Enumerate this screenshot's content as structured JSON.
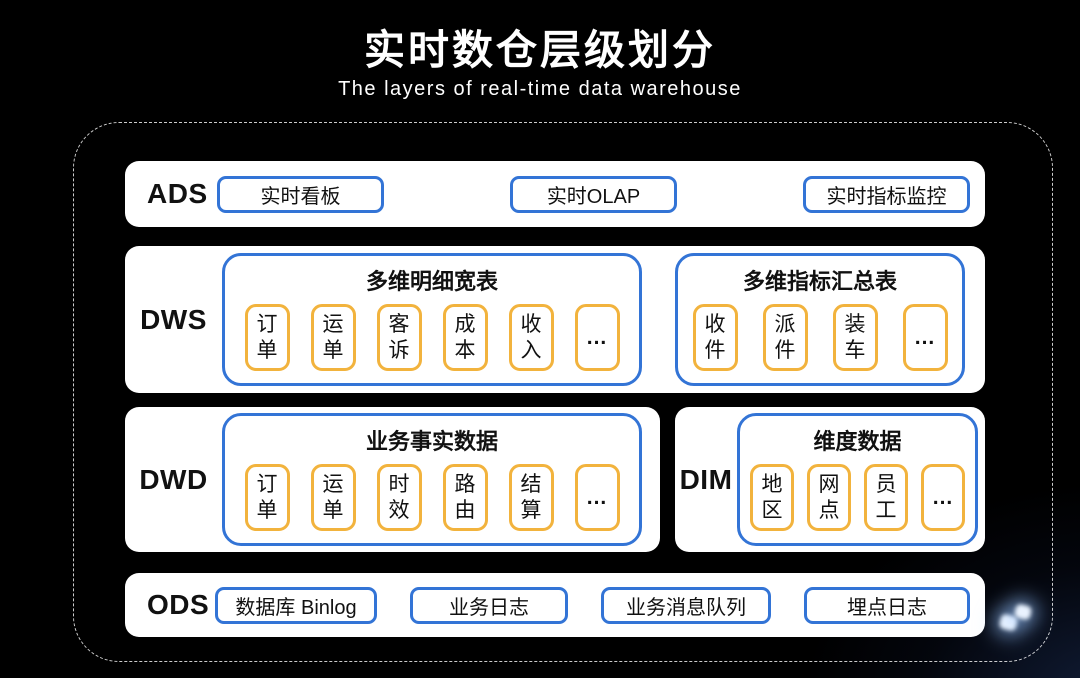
{
  "page": {
    "title": "实时数仓层级划分",
    "subtitle": "The layers of real-time data warehouse"
  },
  "colors": {
    "accent_blue": "#3374d6",
    "accent_yellow": "#f2b33d",
    "panel_white": "#ffffff",
    "text_dark": "#111111",
    "background_black": "#000000",
    "title_white": "#ffffff"
  },
  "layers": {
    "ads": {
      "label": "ADS",
      "chips": [
        "实时看板",
        "实时OLAP",
        "实时指标监控"
      ]
    },
    "dws": {
      "label": "DWS",
      "groups": [
        {
          "title": "多维明细宽表",
          "boxes": [
            "订单",
            "运单",
            "客诉",
            "成本",
            "收入",
            "..."
          ]
        },
        {
          "title": "多维指标汇总表",
          "boxes": [
            "收件",
            "派件",
            "装车",
            "..."
          ]
        }
      ]
    },
    "dwd": {
      "label": "DWD",
      "group": {
        "title": "业务事实数据",
        "boxes": [
          "订单",
          "运单",
          "时效",
          "路由",
          "结算",
          "..."
        ]
      }
    },
    "dim": {
      "label": "DIM",
      "group": {
        "title": "维度数据",
        "boxes": [
          "地区",
          "网点",
          "员工",
          "..."
        ]
      }
    },
    "ods": {
      "label": "ODS",
      "chips": [
        "数据库 Binlog",
        "业务日志",
        "业务消息队列",
        "埋点日志"
      ]
    }
  }
}
